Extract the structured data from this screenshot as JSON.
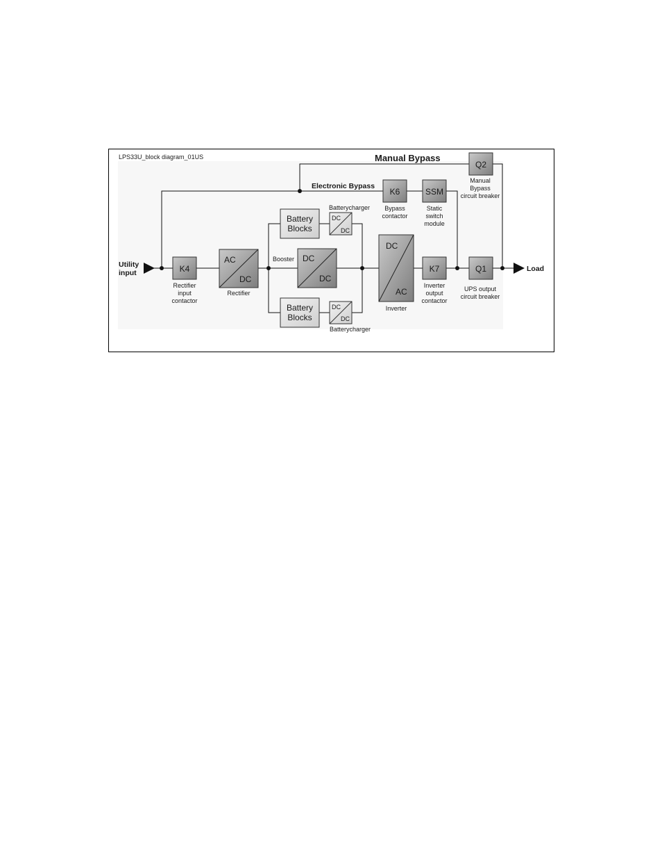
{
  "diagram_id": "LPS33U_block diagram_01US",
  "paths": {
    "manual_bypass": "Manual Bypass",
    "electronic_bypass": "Electronic Bypass"
  },
  "terminals": {
    "input_line1": "Utility",
    "input_line2": "input",
    "output": "Load"
  },
  "components": {
    "k4": {
      "label": "K4",
      "caption": [
        "Rectifier",
        "input",
        "contactor"
      ]
    },
    "rectifier": {
      "top": "AC",
      "bottom": "DC",
      "caption": [
        "Rectifier"
      ]
    },
    "booster": {
      "top": "DC",
      "bottom": "DC",
      "caption": [
        "Booster"
      ]
    },
    "battery_top": {
      "line1": "Battery",
      "line2": "Blocks"
    },
    "battery_bottom": {
      "line1": "Battery",
      "line2": "Blocks"
    },
    "charger_top": {
      "top": "DC",
      "bottom": "DC",
      "caption": [
        "Batterycharger"
      ]
    },
    "charger_bottom": {
      "top": "DC",
      "bottom": "DC",
      "caption": [
        "Batterycharger"
      ]
    },
    "inverter": {
      "top": "DC",
      "bottom": "AC",
      "caption": [
        "Inverter"
      ]
    },
    "k7": {
      "label": "K7",
      "caption": [
        "Inverter",
        "output",
        "contactor"
      ]
    },
    "k6": {
      "label": "K6",
      "caption": [
        "Bypass",
        "contactor"
      ]
    },
    "ssm": {
      "label": "SSM",
      "caption": [
        "Static",
        "switch",
        "module"
      ]
    },
    "q1": {
      "label": "Q1",
      "caption": [
        "UPS output",
        "circuit breaker"
      ]
    },
    "q2": {
      "label": "Q2",
      "caption": [
        "Manual",
        "Bypass",
        "circuit breaker"
      ]
    }
  }
}
